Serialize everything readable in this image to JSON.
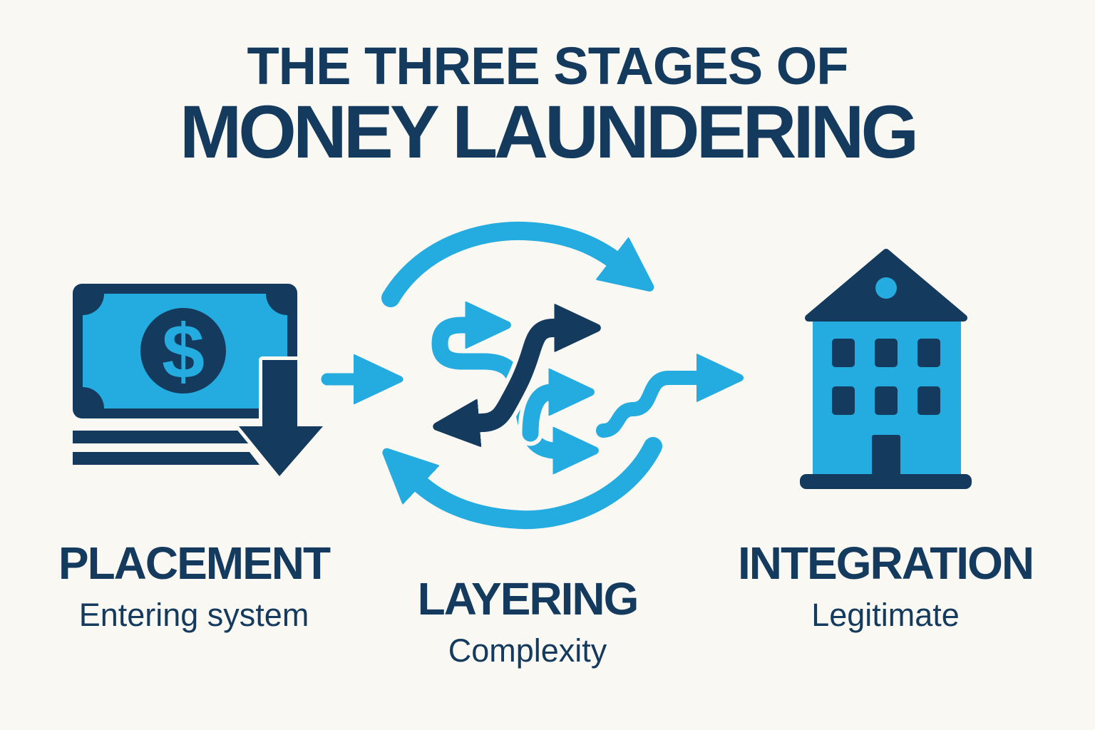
{
  "title": {
    "line1": "THE THREE STAGES OF",
    "line2": "MONEY LAUNDERING"
  },
  "stages": [
    {
      "name": "PLACEMENT",
      "description": "Entering system",
      "icon": "money-bill-deposit-icon"
    },
    {
      "name": "LAYERING",
      "description": "Complexity",
      "icon": "tangled-arrows-cycle-icon"
    },
    {
      "name": "INTEGRATION",
      "description": "Legitimate",
      "icon": "building-icon"
    }
  ],
  "connectors": [
    {
      "icon": "right-arrow-icon"
    },
    {
      "icon": "wavy-right-arrow-icon"
    }
  ],
  "icons": {
    "dollar_sign": "$"
  },
  "colors": {
    "background": "#FAF8F3",
    "navy": "#143A5E",
    "cyan": "#24ABDF"
  }
}
